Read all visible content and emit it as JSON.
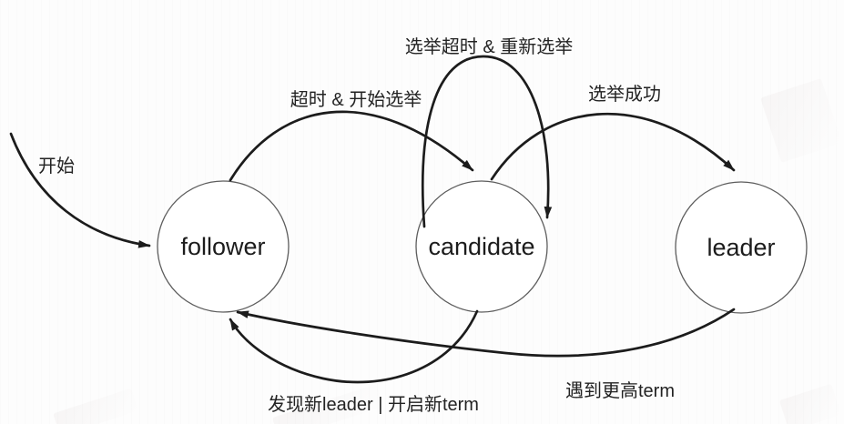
{
  "colors": {
    "background": "#fdfdfd",
    "line": "#1c1c1c",
    "circle_stroke": "#5d5d5d",
    "text": "#232323"
  },
  "diagram": {
    "type": "state-machine",
    "states": [
      {
        "id": "follower",
        "label": "follower"
      },
      {
        "id": "candidate",
        "label": "candidate"
      },
      {
        "id": "leader",
        "label": "leader"
      }
    ],
    "transitions": [
      {
        "id": "start",
        "label": "开始",
        "from": "",
        "to": "follower"
      },
      {
        "id": "timeout-start-election",
        "label": "超时 & 开始选举",
        "from": "follower",
        "to": "candidate"
      },
      {
        "id": "election-timeout-reelect",
        "label": "选举超时 & 重新选举",
        "from": "candidate",
        "to": "candidate"
      },
      {
        "id": "election-success",
        "label": "选举成功",
        "from": "candidate",
        "to": "leader"
      },
      {
        "id": "encounter-higher-term",
        "label": "遇到更高term",
        "from": "leader",
        "to": "follower"
      },
      {
        "id": "discover-new-leader",
        "label": "发现新leader | 开启新term",
        "from": "candidate",
        "to": "follower"
      }
    ]
  }
}
